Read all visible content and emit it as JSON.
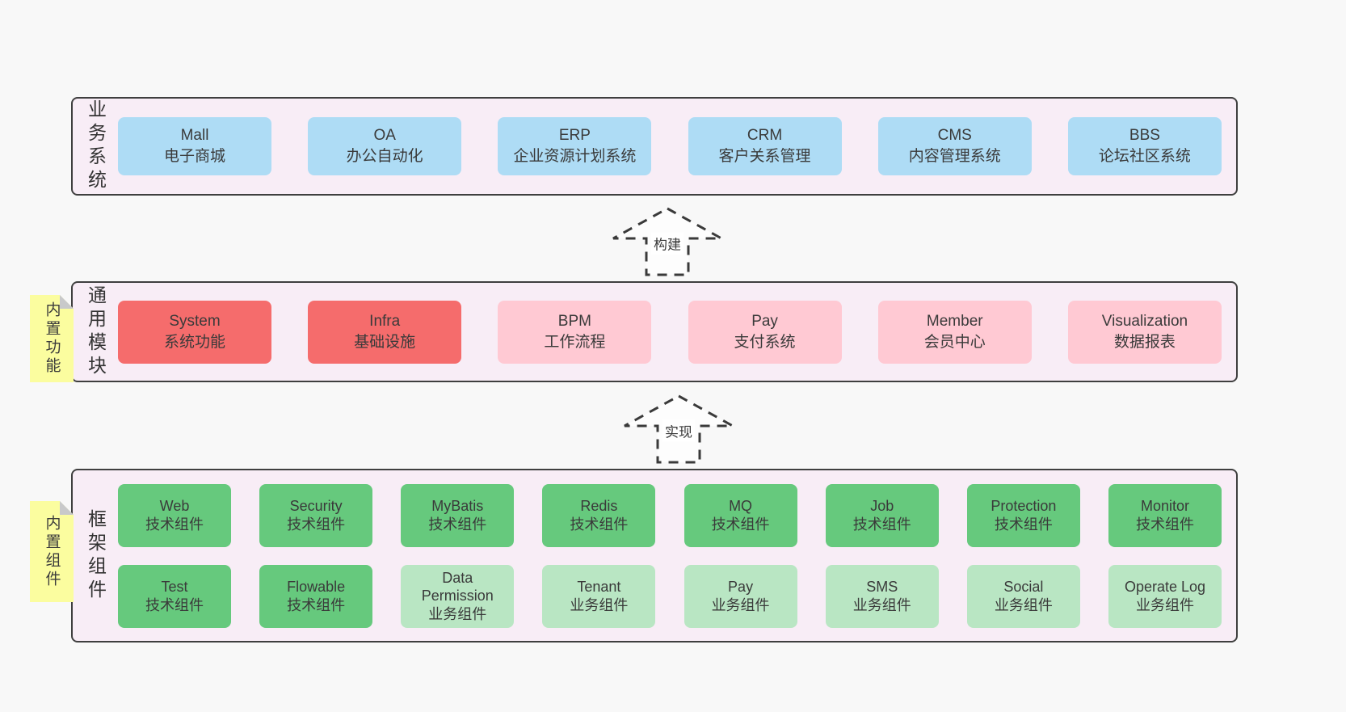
{
  "palette": {
    "page_background": "#f8f8f8",
    "section_background": "#f8edf6",
    "section_border": "#3f3f3f",
    "business_system_box": "#aedcf5",
    "core_module_box": "#f56c6c",
    "optional_module_box": "#ffc9d3",
    "tech_component_box": "#66c97d",
    "biz_component_box": "#b9e6c3",
    "sticky_note": "#fbfd9f",
    "sticky_note_fold": "#c8c9ca",
    "text": "#3a3a3a"
  },
  "arrows": {
    "build": {
      "label": "构建",
      "direction": "up"
    },
    "implement": {
      "label": "实现",
      "direction": "up"
    }
  },
  "sections": {
    "business": {
      "label": "业务系统",
      "boxes": [
        {
          "title": "Mall",
          "subtitle": "电子商城",
          "variant": "blue"
        },
        {
          "title": "OA",
          "subtitle": "办公自动化",
          "variant": "blue"
        },
        {
          "title": "ERP",
          "subtitle": "企业资源计划系统",
          "variant": "blue"
        },
        {
          "title": "CRM",
          "subtitle": "客户关系管理",
          "variant": "blue"
        },
        {
          "title": "CMS",
          "subtitle": "内容管理系统",
          "variant": "blue"
        },
        {
          "title": "BBS",
          "subtitle": "论坛社区系统",
          "variant": "blue"
        }
      ]
    },
    "modules": {
      "label": "通用模块",
      "note": "内置功能",
      "boxes": [
        {
          "title": "System",
          "subtitle": "系统功能",
          "variant": "red"
        },
        {
          "title": "Infra",
          "subtitle": "基础设施",
          "variant": "red"
        },
        {
          "title": "BPM",
          "subtitle": "工作流程",
          "variant": "pink"
        },
        {
          "title": "Pay",
          "subtitle": "支付系统",
          "variant": "pink"
        },
        {
          "title": "Member",
          "subtitle": "会员中心",
          "variant": "pink"
        },
        {
          "title": "Visualization",
          "subtitle": "数据报表",
          "variant": "pink"
        }
      ]
    },
    "components": {
      "label": "框架组件",
      "note": "内置组件",
      "rows": [
        [
          {
            "title": "Web",
            "subtitle": "技术组件",
            "variant": "green"
          },
          {
            "title": "Security",
            "subtitle": "技术组件",
            "variant": "green"
          },
          {
            "title": "MyBatis",
            "subtitle": "技术组件",
            "variant": "green"
          },
          {
            "title": "Redis",
            "subtitle": "技术组件",
            "variant": "green"
          },
          {
            "title": "MQ",
            "subtitle": "技术组件",
            "variant": "green"
          },
          {
            "title": "Job",
            "subtitle": "技术组件",
            "variant": "green"
          },
          {
            "title": "Protection",
            "subtitle": "技术组件",
            "variant": "green"
          },
          {
            "title": "Monitor",
            "subtitle": "技术组件",
            "variant": "green"
          }
        ],
        [
          {
            "title": "Test",
            "subtitle": "技术组件",
            "variant": "green"
          },
          {
            "title": "Flowable",
            "subtitle": "技术组件",
            "variant": "green"
          },
          {
            "title": "Data Permission",
            "subtitle": "业务组件",
            "variant": "lightgreen"
          },
          {
            "title": "Tenant",
            "subtitle": "业务组件",
            "variant": "lightgreen"
          },
          {
            "title": "Pay",
            "subtitle": "业务组件",
            "variant": "lightgreen"
          },
          {
            "title": "SMS",
            "subtitle": "业务组件",
            "variant": "lightgreen"
          },
          {
            "title": "Social",
            "subtitle": "业务组件",
            "variant": "lightgreen"
          },
          {
            "title": "Operate Log",
            "subtitle": "业务组件",
            "variant": "lightgreen"
          }
        ]
      ]
    }
  }
}
